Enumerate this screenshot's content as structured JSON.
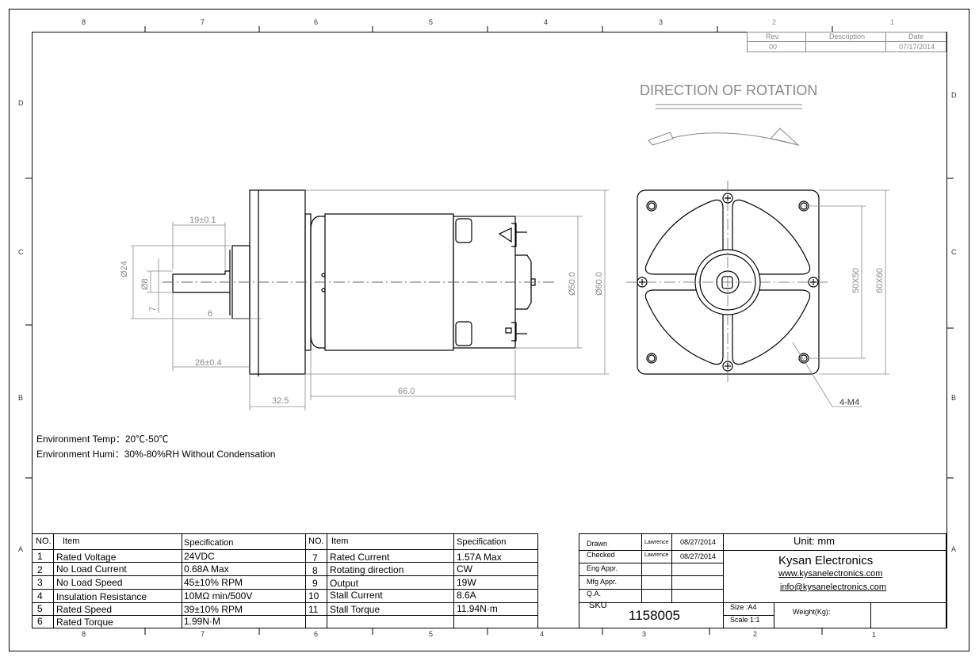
{
  "zones": {
    "top": [
      "8",
      "7",
      "6",
      "5",
      "4",
      "3",
      "2",
      "1"
    ],
    "bottom": [
      "8",
      "7",
      "6",
      "5",
      "4",
      "3",
      "2",
      "1"
    ],
    "left": [
      "D",
      "C",
      "B",
      "A"
    ],
    "right": [
      "D",
      "C",
      "B",
      "A"
    ]
  },
  "revision": {
    "headers": [
      "Rev.",
      "Description",
      "Date"
    ],
    "row": [
      "00",
      "",
      "07/17/2014"
    ]
  },
  "rotation": {
    "title": "DIRECTION OF ROTATION"
  },
  "dimensions": {
    "shaft_length": "19±0.1",
    "hub_dia": "Ø24",
    "shaft_dia": "Ø8",
    "flat": "7",
    "hub_len": "6",
    "shaft_total": "26±0.4",
    "gearbox_len": "32.5",
    "motor_len": "66.0",
    "motor_dia": "Ø50.0",
    "gearbox_dia": "Ø60.0",
    "hole_pitch": "50X50",
    "square": "60X60",
    "thread": "4-M4"
  },
  "environment": {
    "temp": "Environment Temp：20℃-50℃",
    "humi": "Environment Humi：30%-80%RH Without Condensation"
  },
  "spec_table": {
    "headers": [
      "NO.",
      "Item",
      "Specification",
      "NO.",
      "Item",
      "Specification"
    ],
    "left": [
      {
        "no": "1",
        "item": "Rated Voltage",
        "spec": "24VDC"
      },
      {
        "no": "2",
        "item": "No Load Current",
        "spec": "0.68A Max"
      },
      {
        "no": "3",
        "item": "No Load Speed",
        "spec": "45±10% RPM"
      },
      {
        "no": "4",
        "item": "Insulation Resistance",
        "spec": "10MΩ min/500V"
      },
      {
        "no": "5",
        "item": "Rated Speed",
        "spec": "39±10% RPM"
      },
      {
        "no": "6",
        "item": "Rated Torque",
        "spec": "1.99N·M"
      }
    ],
    "right": [
      {
        "no": "7",
        "item": "Rated Current",
        "spec": "1.57A Max"
      },
      {
        "no": "8",
        "item": "Rotating direction",
        "spec": "CW"
      },
      {
        "no": "9",
        "item": "Output",
        "spec": "19W"
      },
      {
        "no": "10",
        "item": "Stall Current",
        "spec": "8.6A"
      },
      {
        "no": "11",
        "item": "Stall Torque",
        "spec": "11.94N·m"
      }
    ]
  },
  "title_block": {
    "drawn": {
      "label": "Drawn",
      "name": "Lawrence",
      "date": "08/27/2014"
    },
    "checked": {
      "label": "Checked",
      "name": "Lawrence",
      "date": "08/27/2014"
    },
    "eng_appr": "Eng Appr.",
    "mfg_appr": "Mfg Appr.",
    "qa": "Q.A.",
    "sku_label": "SKU",
    "sku": "1158005",
    "unit": "Unit: mm",
    "company": "Kysan Electronics",
    "website": "www.kysanelectronics.com",
    "email": "info@kysanelectronics.com",
    "size": "Size :A4",
    "scale": "Scale 1:1",
    "weight": "Weight(Kg):"
  }
}
